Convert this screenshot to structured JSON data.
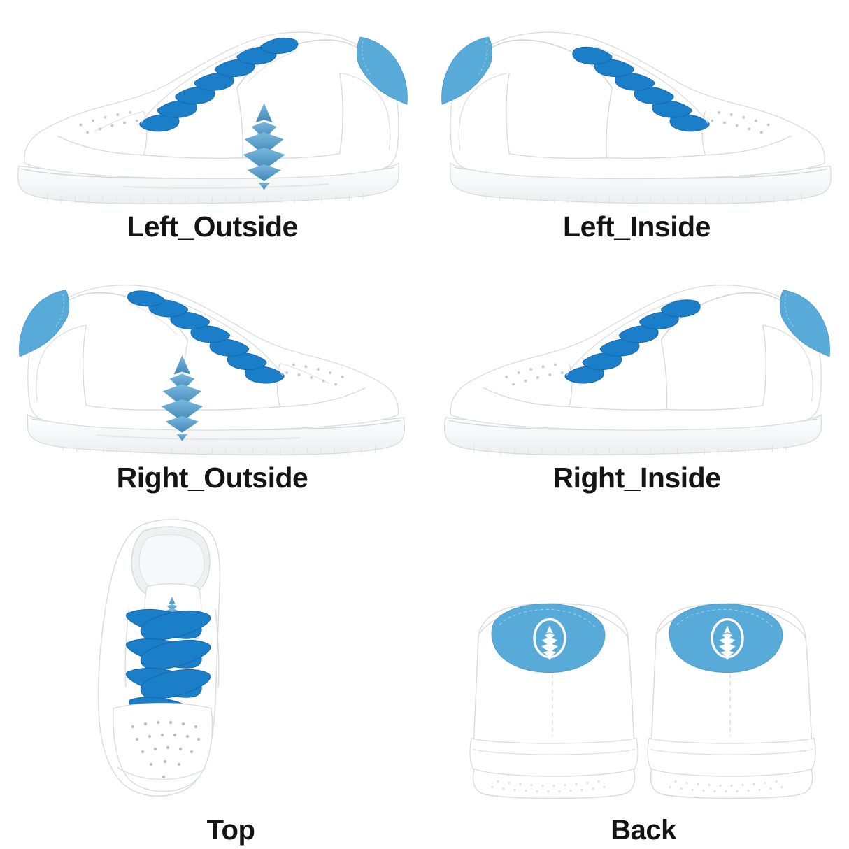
{
  "sheet": {
    "background_color": "#ffffff",
    "layout": "3-row mockup grid of product views",
    "product": "low-top lace-up sneaker"
  },
  "palette": {
    "shoe_white": "#ffffff",
    "shoe_shadow": "#e9eaec",
    "shoe_outline": "#d8dadd",
    "stitch_gray": "#cfd2d6",
    "lace_blue": "#1b7ec9",
    "lace_blue_dark": "#1668ab",
    "heel_patch_blue": "#58abd8",
    "heel_patch_blue_dark": "#4d9ccb",
    "logo_blue_light": "#6fb3d8",
    "logo_blue_mid": "#4e9cc9",
    "logo_blue_deep": "#3f86b8",
    "label_text": "#141414",
    "sole_shade": "#f1f2f4",
    "eyelet_gray": "#b9bcc1"
  },
  "views": [
    {
      "id": "left-outside",
      "label": "Left_Outside",
      "has_logo": true,
      "logo_position": "lateral-quarter",
      "heel_patch": true,
      "laces": "blue"
    },
    {
      "id": "left-inside",
      "label": "Left_Inside",
      "has_logo": false,
      "logo_position": "none",
      "heel_patch": true,
      "laces": "blue"
    },
    {
      "id": "right-outside",
      "label": "Right_Outside",
      "has_logo": true,
      "logo_position": "lateral-quarter",
      "heel_patch": true,
      "laces": "blue"
    },
    {
      "id": "right-inside",
      "label": "Right_Inside",
      "has_logo": false,
      "logo_position": "none",
      "heel_patch": true,
      "laces": "blue"
    },
    {
      "id": "top",
      "label": "Top",
      "has_logo": true,
      "logo_position": "tongue",
      "heel_patch": false,
      "laces": "blue"
    },
    {
      "id": "back",
      "label": "Back",
      "has_logo": true,
      "logo_position": "heel-badge",
      "heel_patch": true,
      "laces": "none"
    }
  ],
  "logo": {
    "name": "pinecone-logo",
    "description": "stacked geometric pinecone made of chevron bands with a pointed crown and small bottom tip",
    "bands": 5,
    "colors": [
      "#6fb3d8",
      "#58a6d2",
      "#4e9cc9",
      "#4590c0",
      "#3f86b8"
    ],
    "badge": {
      "name": "pinecone-badge",
      "shape": "oval outline ring with pinecone inside",
      "fill": "none",
      "stroke": "#ffffff",
      "on_color": "#58abd8"
    }
  },
  "labels": {
    "left_outside": "Left_Outside",
    "left_inside": "Left_Inside",
    "right_outside": "Right_Outside",
    "right_inside": "Right_Inside",
    "top": "Top",
    "back": "Back"
  }
}
